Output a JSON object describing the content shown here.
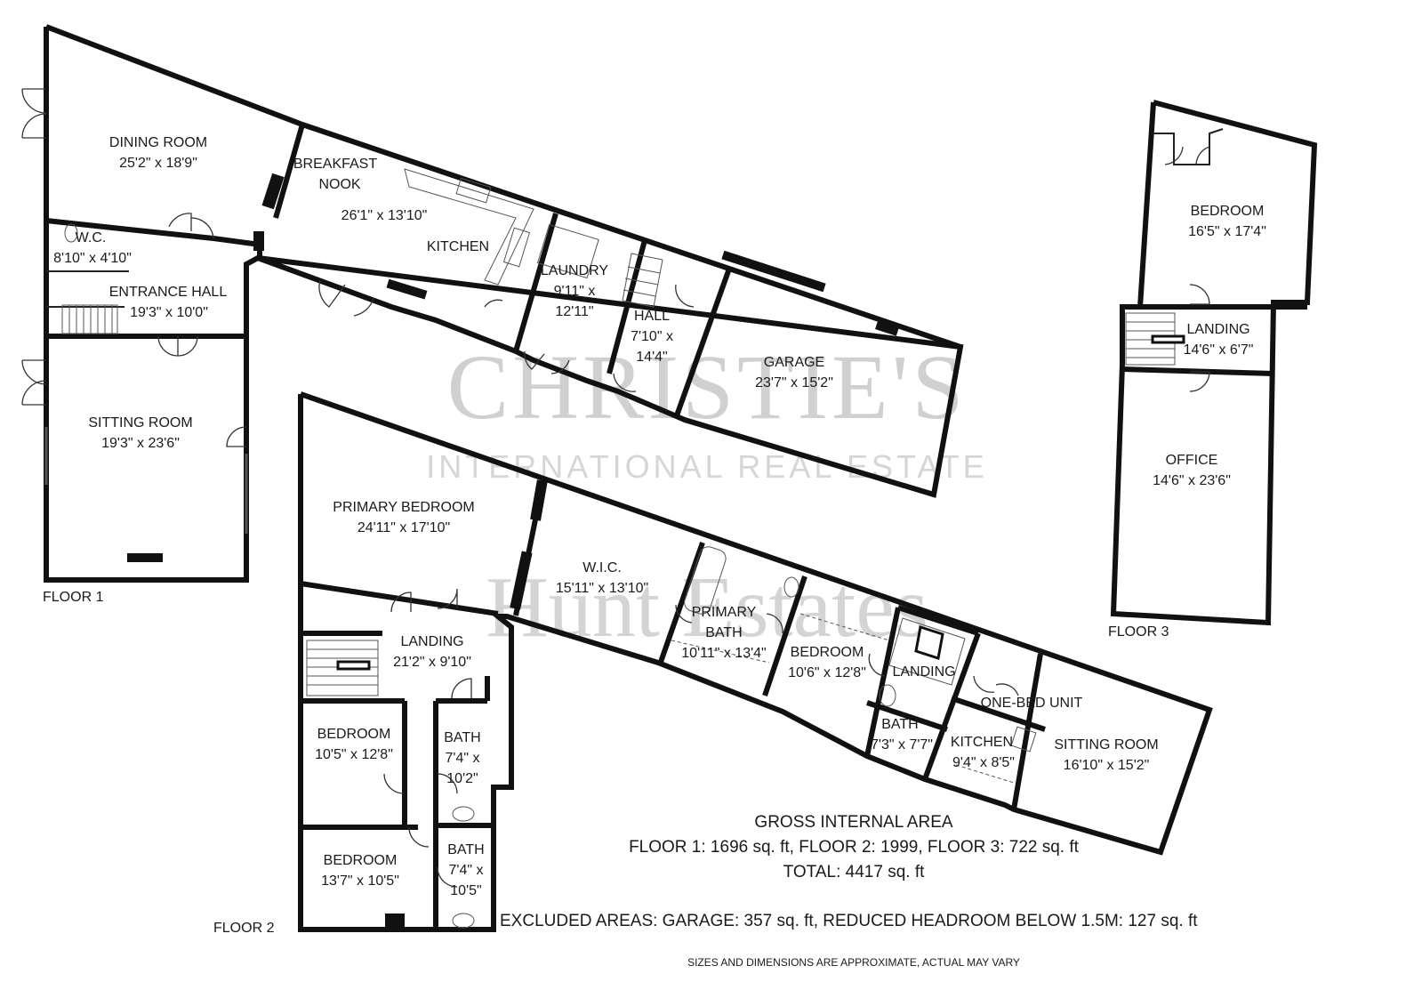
{
  "watermark": {
    "brand": "CHRISTIE'S",
    "tagline": "INTERNATIONAL REAL ESTATE",
    "agency": "Hunt Estates"
  },
  "floors": {
    "floor1": {
      "label": "FLOOR 1",
      "rooms": {
        "dining_room": {
          "name": "DINING ROOM",
          "size": "25'2\" x 18'9\""
        },
        "wc": {
          "name": "W.C.",
          "size": "8'10\" x 4'10\""
        },
        "entrance_hall": {
          "name": "ENTRANCE HALL",
          "size": "19'3\" x 10'0\""
        },
        "sitting_room": {
          "name": "SITTING ROOM",
          "size": "19'3\" x 23'6\""
        },
        "breakfast_nook": {
          "name_line1": "BREAKFAST",
          "name_line2": "NOOK",
          "size": "26'1\" x 13'10\""
        },
        "kitchen": {
          "name": "KITCHEN"
        },
        "laundry": {
          "name": "LAUNDRY",
          "size_line1": "9'11\" x",
          "size_line2": "12'11\""
        },
        "hall": {
          "name": "HALL",
          "size_line1": "7'10\" x",
          "size_line2": "14'4\""
        },
        "garage": {
          "name": "GARAGE",
          "size": "23'7\" x 15'2\""
        }
      }
    },
    "floor2": {
      "label": "FLOOR 2",
      "rooms": {
        "primary_bedroom": {
          "name": "PRIMARY BEDROOM",
          "size": "24'11\" x 17'10\""
        },
        "wic": {
          "name": "W.I.C.",
          "size": "15'11\" x 13'10\""
        },
        "primary_bath": {
          "name_line1": "PRIMARY",
          "name_line2": "BATH",
          "size": "10'11\" x 13'4\""
        },
        "bedroom_mid": {
          "name": "BEDROOM",
          "size": "10'6\" x 12'8\""
        },
        "landing_right": {
          "name": "LANDING"
        },
        "bath_small": {
          "name": "BATH",
          "size": "7'3\" x 7'7\""
        },
        "one_bed_unit": {
          "name": "ONE-BED UNIT"
        },
        "kitchen_unit": {
          "name": "KITCHEN",
          "size": "9'4\" x 8'5\""
        },
        "sitting_room_unit": {
          "name": "SITTING ROOM",
          "size": "16'10\" x 15'2\""
        },
        "landing_left": {
          "name": "LANDING",
          "size": "21'2\" x 9'10\""
        },
        "bedroom_a": {
          "name": "BEDROOM",
          "size": "10'5\" x 12'8\""
        },
        "bath_a": {
          "name": "BATH",
          "size_line1": "7'4\" x",
          "size_line2": "10'2\""
        },
        "bedroom_b": {
          "name": "BEDROOM",
          "size": "13'7\" x 10'5\""
        },
        "bath_b": {
          "name": "BATH",
          "size_line1": "7'4\" x",
          "size_line2": "10'5\""
        }
      }
    },
    "floor3": {
      "label": "FLOOR 3",
      "rooms": {
        "bedroom": {
          "name": "BEDROOM",
          "size": "16'5\" x 17'4\""
        },
        "landing": {
          "name": "LANDING",
          "size": "14'6\" x 6'7\""
        },
        "office": {
          "name": "OFFICE",
          "size": "14'6\" x 23'6\""
        }
      }
    }
  },
  "summary": {
    "heading": "GROSS INTERNAL AREA",
    "floors_line": "FLOOR 1: 1696 sq. ft, FLOOR 2: 1999, FLOOR 3: 722 sq. ft",
    "total_line": "TOTAL: 4417 sq. ft",
    "excluded_line": "EXCLUDED AREAS: GARAGE: 357 sq. ft, REDUCED HEADROOM BELOW 1.5M: 127 sq. ft",
    "disclaimer": "SIZES AND DIMENSIONS ARE APPROXIMATE, ACTUAL MAY VARY"
  },
  "colors": {
    "wall": "#111111",
    "watermark": "#d0d0d0",
    "background": "#ffffff"
  }
}
